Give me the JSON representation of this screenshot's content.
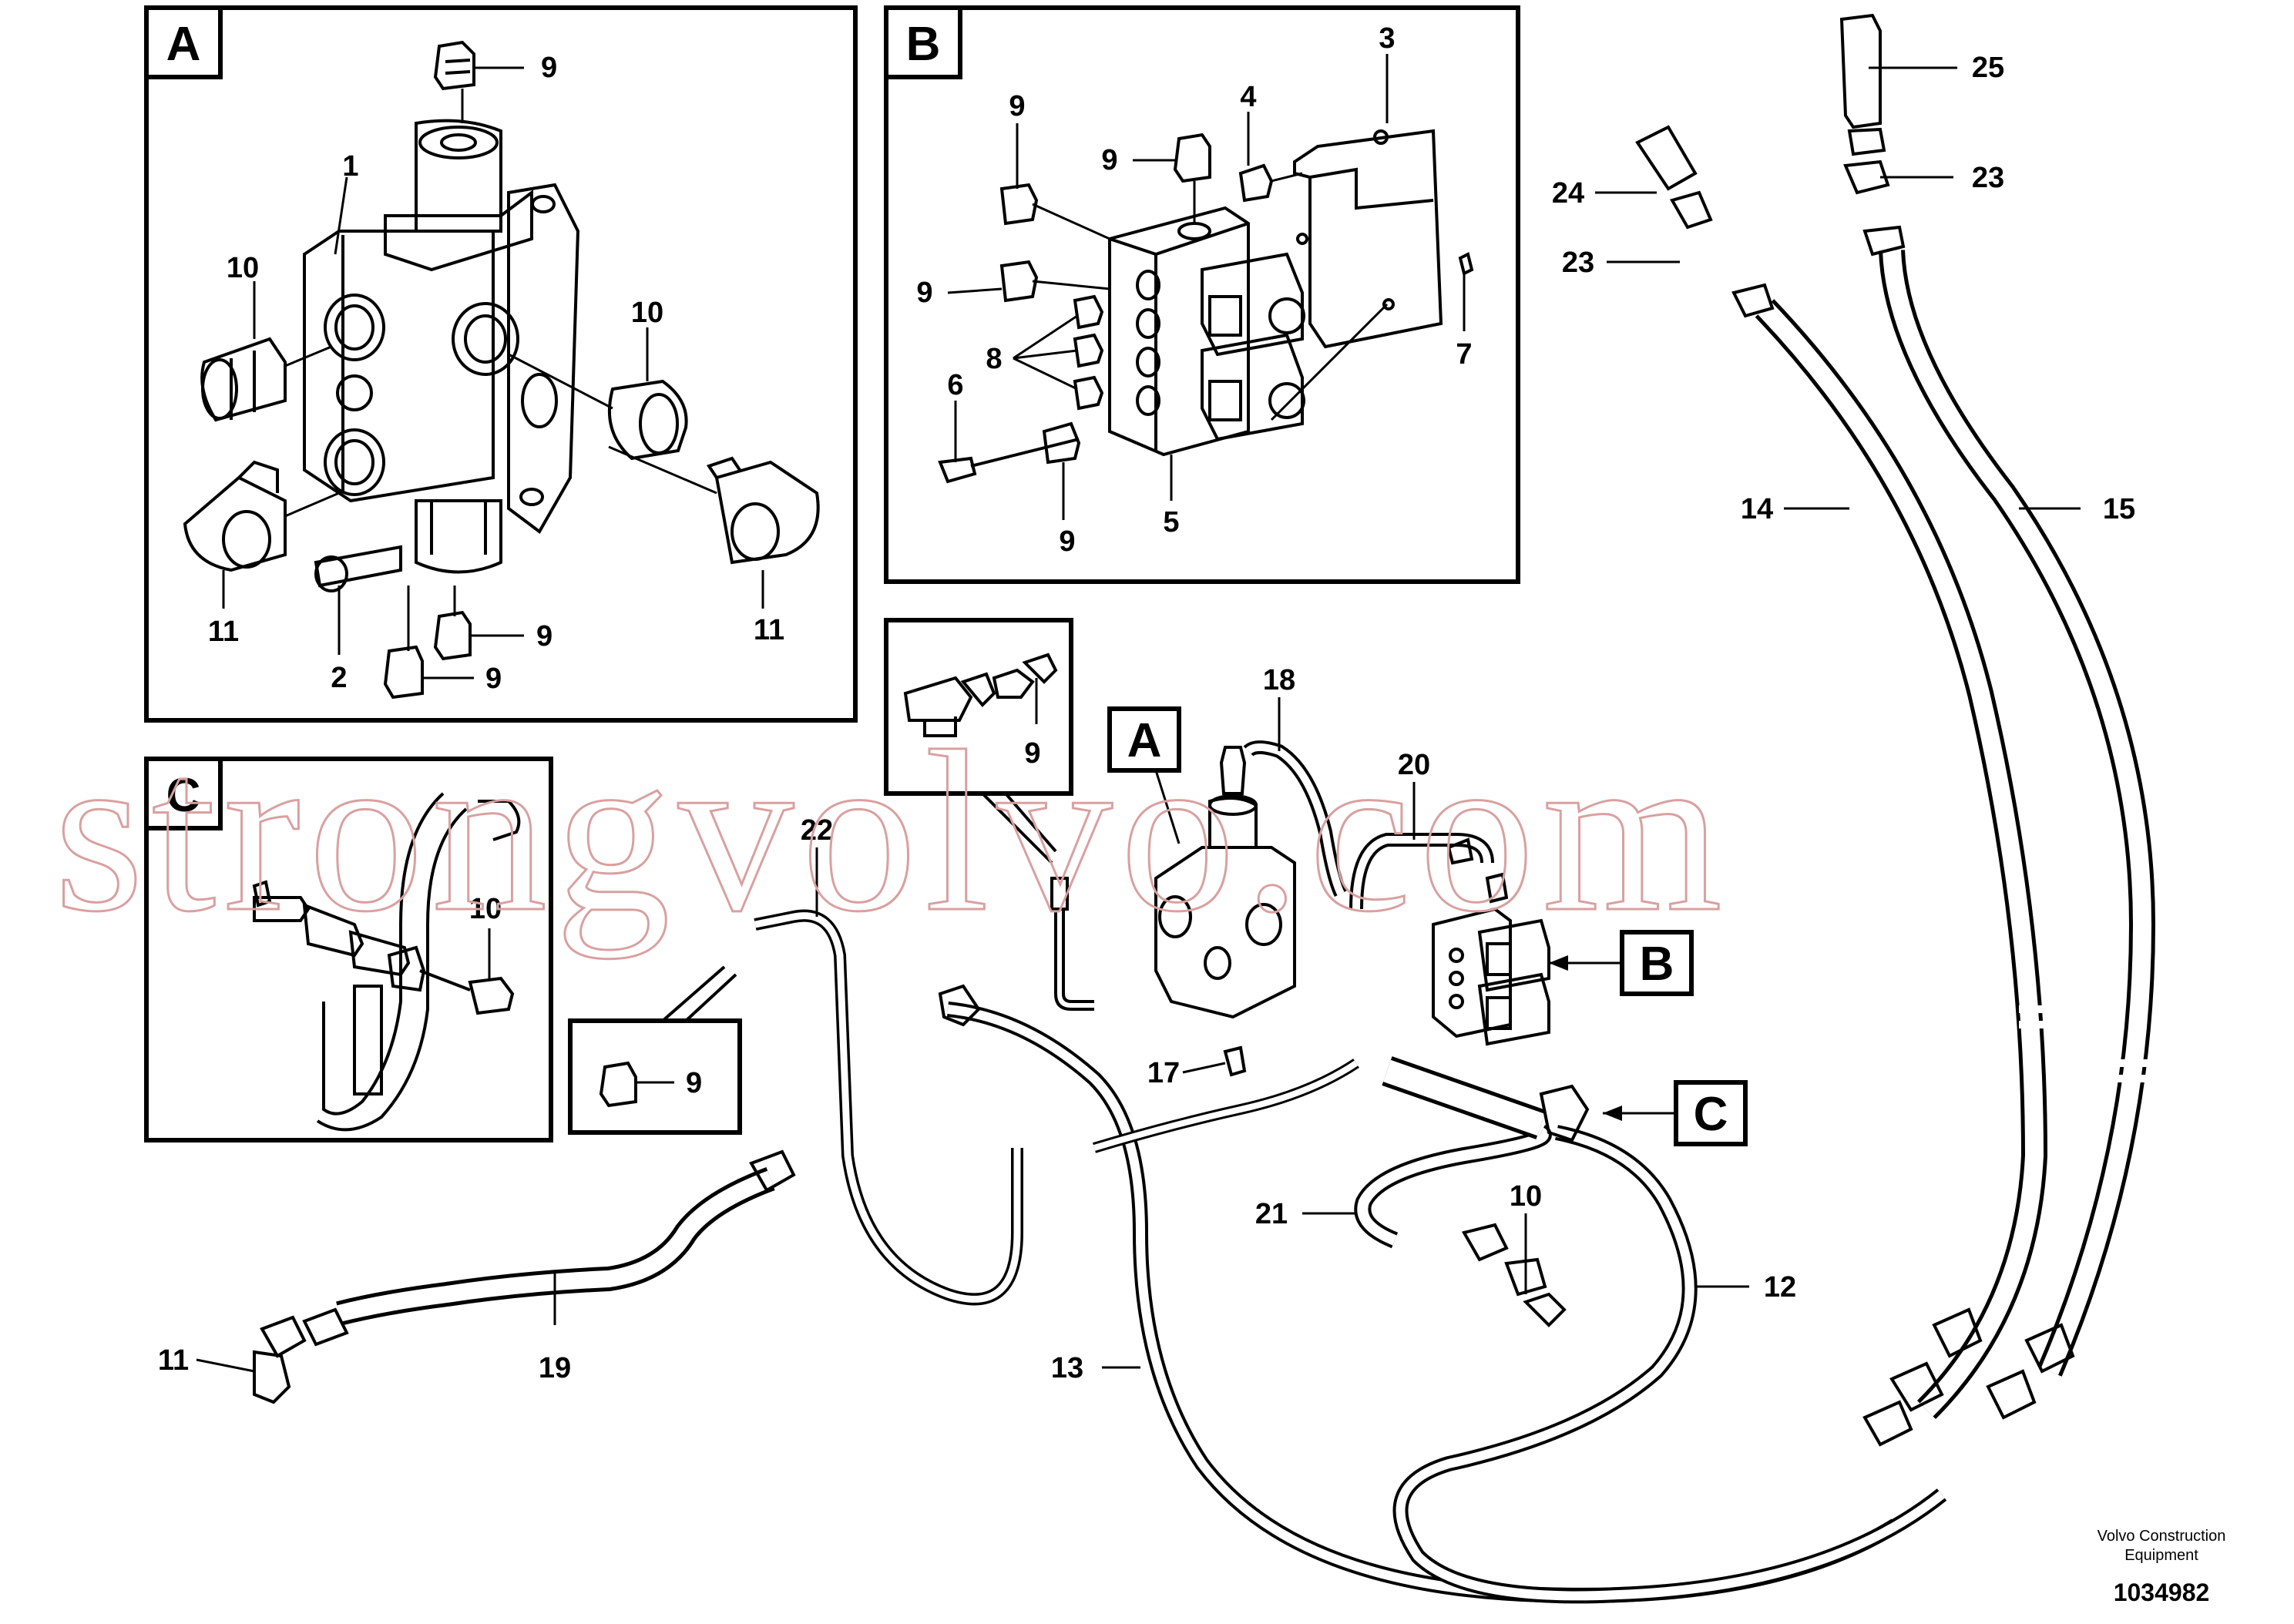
{
  "panels": {
    "a": {
      "letter": "A"
    },
    "b": {
      "letter": "B"
    },
    "c": {
      "letter": "C"
    }
  },
  "markers": {
    "a": "A",
    "b": "B",
    "c": "C"
  },
  "callouts": {
    "a_1": "1",
    "a_2": "2",
    "a_9_top": "9",
    "a_9_mid": "9",
    "a_9_bot": "9",
    "a_10_left": "10",
    "a_10_right": "10",
    "a_11_left": "11",
    "a_11_right": "11",
    "b_3": "3",
    "b_4": "4",
    "b_5": "5",
    "b_6": "6",
    "b_7": "7",
    "b_8": "8",
    "b_9_top": "9",
    "b_9_topleft": "9",
    "b_9_left": "9",
    "b_9_bot": "9",
    "c_10": "10",
    "inset_9_tee": "9",
    "inset_9_left": "9",
    "m_10": "10",
    "m_11": "11",
    "m_12": "12",
    "m_13": "13",
    "m_14": "14",
    "m_15": "15",
    "m_17": "17",
    "m_18": "18",
    "m_19": "19",
    "m_20": "20",
    "m_21": "21",
    "m_22": "22",
    "m_23_left": "23",
    "m_23_right": "23",
    "m_24": "24",
    "m_25": "25"
  },
  "watermark": "strongvolvo.com",
  "footer": {
    "line1": "Volvo Construction",
    "line2": "Equipment",
    "doc_id": "1034982"
  }
}
